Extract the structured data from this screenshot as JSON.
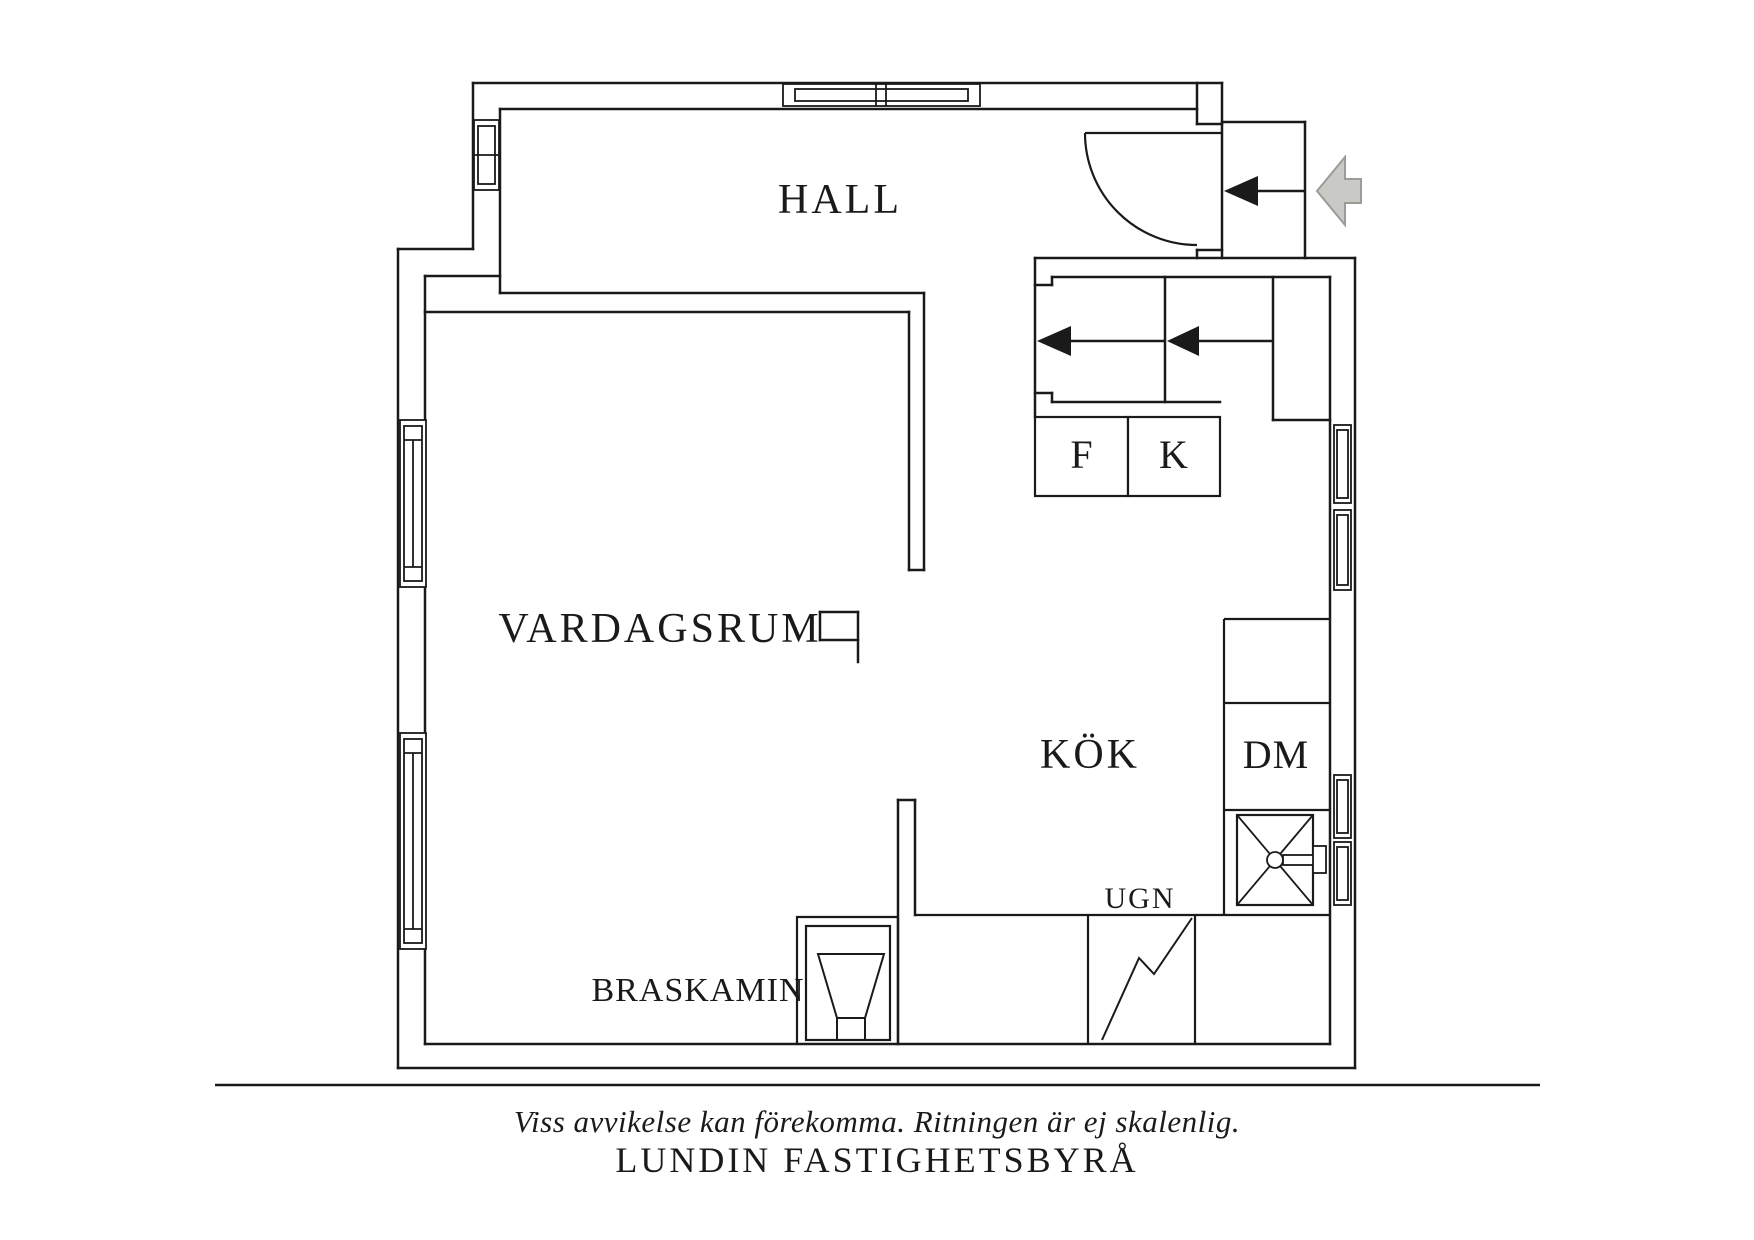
{
  "page": {
    "background": "#ffffff"
  },
  "colors": {
    "line": "#1a1a1a",
    "entry_arrow_fill": "#c9c9c5",
    "entry_arrow_stroke": "#9b9b97"
  },
  "rooms": {
    "hall": "HALL",
    "living_room": "VARDAGSRUM",
    "kitchen": "KÖK"
  },
  "appliances": {
    "fridge": "F",
    "freezer": "K",
    "dishwasher": "DM",
    "oven": "UGN",
    "fireplace": "BRASKAMIN"
  },
  "footer": {
    "disclaimer": "Viss avvikelse kan förekomma. Ritningen är ej skalenlig.",
    "brand": "LUNDIN FASTIGHETSBYRÅ"
  }
}
